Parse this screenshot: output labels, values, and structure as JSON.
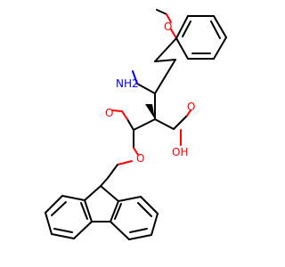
{
  "diagram": {
    "type": "chemical-structure",
    "atoms": {
      "methoxy_o": "O",
      "amino": "NH2",
      "ester_o1": "O",
      "ester_o2": "O",
      "acid_o": "O",
      "acid_oh": "OH"
    },
    "colors": {
      "bond": "#000000",
      "oxygen": "#ff0000",
      "nitrogen": "#0000ff",
      "background": "#ffffff"
    }
  }
}
